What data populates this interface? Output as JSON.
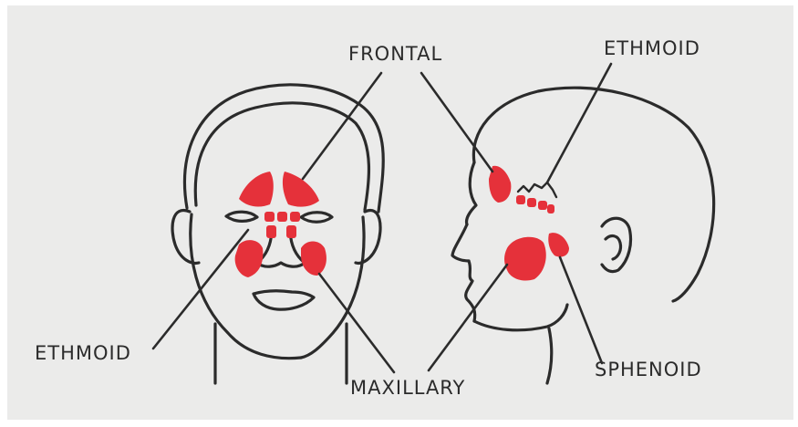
{
  "colors": {
    "paper": "#ebebea",
    "ink": "#2b2b2b",
    "sinus": "#e5313a"
  },
  "labels": {
    "frontal": "FRONTAL",
    "ethmoid_top": "ETHMOID",
    "ethmoid_left": "ETHMOID",
    "maxillary": "MAXILLARY",
    "sphenoid": "SPHENOID"
  }
}
